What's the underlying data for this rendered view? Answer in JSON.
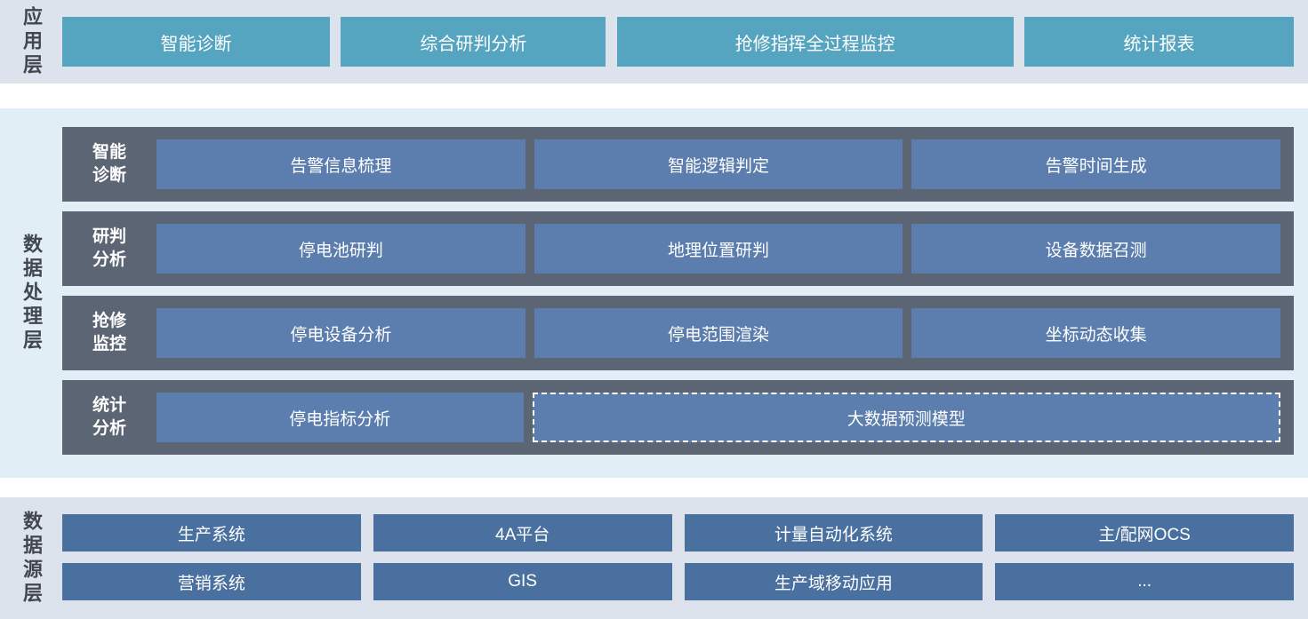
{
  "colors": {
    "page_background": "#ffffff",
    "app_source_layer_background": "#dce3ec",
    "processing_layer_background": "#e1eef6",
    "app_button": "#55a4c0",
    "processing_row_bar": "#5b6573",
    "processing_box": "#5b7eae",
    "source_box": "#4a709f",
    "rail_label_text": "#42474f",
    "box_text": "#ffffff"
  },
  "app_layer": {
    "label": "应用层",
    "buttons": [
      "智能诊断",
      "综合研判分析",
      "抢修指挥全过程监控",
      "统计报表"
    ]
  },
  "processing_layer": {
    "label": "数据处理层",
    "rows": [
      {
        "label": "智能\n诊断",
        "boxes": [
          "告警信息梳理",
          "智能逻辑判定",
          "告警时间生成"
        ]
      },
      {
        "label": "研判\n分析",
        "boxes": [
          "停电池研判",
          "地理位置研判",
          "设备数据召测"
        ]
      },
      {
        "label": "抢修\n监控",
        "boxes": [
          "停电设备分析",
          "停电范围渲染",
          "坐标动态收集"
        ]
      },
      {
        "label": "统计\n分析",
        "boxes": [
          "停电指标分析",
          "大数据预测模型"
        ]
      }
    ]
  },
  "source_layer": {
    "label": "数据源层",
    "rows": [
      [
        "生产系统",
        "4A平台",
        "计量自动化系统",
        "主/配网OCS"
      ],
      [
        "营销系统",
        "GIS",
        "生产域移动应用",
        "..."
      ]
    ]
  }
}
